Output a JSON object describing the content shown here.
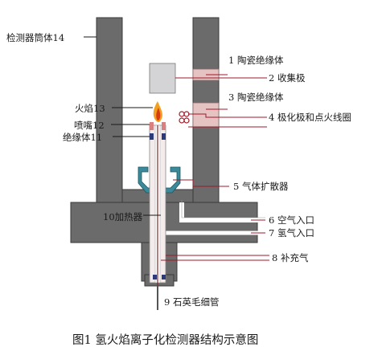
{
  "labels": {
    "detector_body": "检测器筒体14",
    "flame": "火焰13",
    "nozzle": "喷嘴12",
    "insulator_11": "绝缘体11",
    "heater": "10加热器",
    "ceramic_insulator_1": "1 陶瓷绝缘体",
    "collector": "2 收集极",
    "ceramic_insulator_3": "3 陶瓷绝缘体",
    "polarizer_ignition": "4 极化极和点火线圈",
    "diffuser": "5 气体扩散器",
    "air_inlet": "6 空气入口",
    "hydrogen_inlet": "7 氢气入口",
    "makeup_gas": "8 补充气",
    "capillary": "9 石英毛细管"
  },
  "caption": "图1 氢火焰离子化检测器结构示意图",
  "colors": {
    "body_gray": "#6b6b6b",
    "body_edge": "#3a3a3a",
    "ceramic_pink": "#e6c3c3",
    "collector_gray": "#d4d4d6",
    "diffuser_teal": "#3a8a9a",
    "lead_red": "#a01a2a",
    "flame_orange": "#f2a020"
  }
}
